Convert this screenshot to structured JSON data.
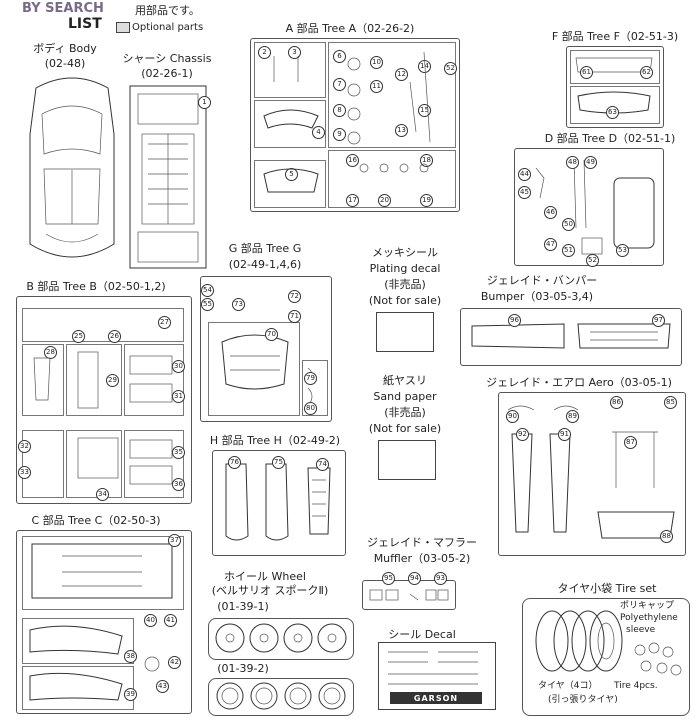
{
  "header": {
    "watermark": "BY SEARCH",
    "list_title": "LIST",
    "parts_note": "用部品です。",
    "optional_parts": "Optional parts"
  },
  "groups": {
    "body": {
      "title": "ボディ Body",
      "code": "(02-48)"
    },
    "chassis": {
      "title": "シャーシ Chassis",
      "code": "(02-26-1)"
    },
    "tree_a": {
      "title": "A 部品 Tree A（02-26-2)"
    },
    "tree_f": {
      "title": "F 部品 Tree F（02-51-3)"
    },
    "tree_d": {
      "title": "D 部品 Tree D（02-51-1)"
    },
    "tree_g": {
      "title": "G 部品 Tree G",
      "code": "(02-49-1,4,6)"
    },
    "tree_b": {
      "title": "B 部品 Tree B（02-50-1,2)"
    },
    "tree_h": {
      "title": "H 部品 Tree H（02-49-2)"
    },
    "tree_c": {
      "title": "C 部品 Tree C（02-50-3)"
    },
    "plating": {
      "title": "メッキシール",
      "sub": "Plating decal",
      "jp_note": "(非売品)",
      "en_note": "(Not for sale)"
    },
    "sandpaper": {
      "title": "紙ヤスリ",
      "sub": "Sand paper",
      "jp_note": "(非売品)",
      "en_note": "(Not for sale)"
    },
    "bumper": {
      "title": "ジェレイド・バンパー",
      "sub": "Bumper（03-05-3,4)"
    },
    "aero": {
      "title": "ジェレイド・エアロ Aero（03-05-1)"
    },
    "muffler": {
      "title": "ジェレイド・マフラー",
      "sub": "Muffler（03-05-2)"
    },
    "wheel": {
      "title": "ホイール Wheel",
      "sub": "(ベルサリオ スポークⅡ)",
      "code1": "(01-39-1)",
      "code2": "(01-39-2)"
    },
    "decal": {
      "title": "シール Decal",
      "brand": "GARSON"
    },
    "tireset": {
      "title": "タイヤ小袋 Tire set",
      "poly": "ポリキャップ",
      "poly_en1": "Polyethylene",
      "poly_en2": "sleeve",
      "tire_jp": "タイヤ（4コ）",
      "tire_en": "Tire 4pcs.",
      "tire_note": "(引っ張りタイヤ)"
    }
  },
  "part_numbers": {
    "a": [
      "1",
      "2",
      "3",
      "4",
      "5",
      "6",
      "7",
      "8",
      "9",
      "10",
      "11",
      "12",
      "13",
      "14",
      "15",
      "16",
      "17",
      "18",
      "19",
      "20",
      "52"
    ],
    "f": [
      "61",
      "62",
      "63"
    ],
    "d": [
      "44",
      "45",
      "46",
      "47",
      "48",
      "49",
      "50",
      "51",
      "52",
      "53"
    ],
    "g": [
      "54",
      "55",
      "70",
      "71",
      "72",
      "73",
      "79",
      "80"
    ],
    "b": [
      "25",
      "26",
      "27",
      "28",
      "29",
      "30",
      "31",
      "32",
      "33",
      "34",
      "35",
      "36"
    ],
    "h": [
      "74",
      "75",
      "76"
    ],
    "c": [
      "37",
      "38",
      "39",
      "40",
      "41",
      "42",
      "43"
    ],
    "bumper": [
      "96",
      "97"
    ],
    "aero": [
      "85",
      "86",
      "87",
      "88",
      "89",
      "90",
      "91",
      "92"
    ],
    "muffler": [
      "93",
      "94",
      "95"
    ]
  }
}
